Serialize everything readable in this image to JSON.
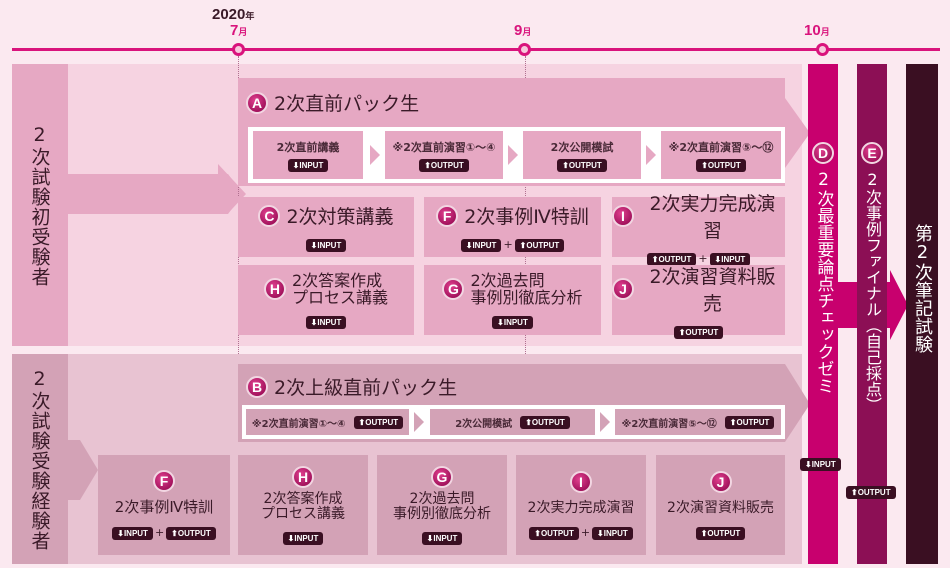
{
  "timeline": {
    "year": "2020",
    "year_unit": "年",
    "months": [
      {
        "num": "7",
        "unit": "月"
      },
      {
        "num": "9",
        "unit": "月"
      },
      {
        "num": "10",
        "unit": "月"
      }
    ]
  },
  "colors": {
    "accent": "#d9137c",
    "dark": "#3a0f22",
    "d_col": "#c8006e",
    "e_col": "#8c0f55"
  },
  "first": {
    "label": "2次試験初受験者",
    "pack": {
      "letter": "A",
      "title": "2次直前パック生",
      "steps": [
        {
          "label": "2次直前講義",
          "badge": "⬇INPUT"
        },
        {
          "label": "※2次直前演習①～④",
          "badge": "⬆OUTPUT"
        },
        {
          "label": "2次公開模試",
          "badge": "⬆OUTPUT"
        },
        {
          "label": "※2次直前演習⑤～⑫",
          "badge": "⬆OUTPUT"
        }
      ]
    },
    "courses": [
      {
        "letter": "C",
        "title": "2次対策講義",
        "badges": [
          "⬇INPUT"
        ]
      },
      {
        "letter": "F",
        "title": "2次事例Ⅳ特訓",
        "badges": [
          "⬇INPUT",
          "⬆OUTPUT"
        ]
      },
      {
        "letter": "I",
        "title": "2次実力完成演習",
        "badges": [
          "⬆OUTPUT",
          "⬇INPUT"
        ]
      },
      {
        "letter": "H",
        "title1": "2次答案作成",
        "title2": "プロセス講義",
        "badges": [
          "⬇INPUT"
        ]
      },
      {
        "letter": "G",
        "title1": "2次過去問",
        "title2": "事例別徹底分析",
        "badges": [
          "⬇INPUT"
        ]
      },
      {
        "letter": "J",
        "title": "2次演習資料販売",
        "badges": [
          "⬆OUTPUT"
        ]
      }
    ]
  },
  "experienced": {
    "label": "2次試験受験経験者",
    "pack": {
      "letter": "B",
      "title": "2次上級直前パック生",
      "steps": [
        {
          "label": "※2次直前演習①～④",
          "badge": "⬆OUTPUT"
        },
        {
          "label": "2次公開模試",
          "badge": "⬆OUTPUT"
        },
        {
          "label": "※2次直前演習⑤～⑫",
          "badge": "⬆OUTPUT"
        }
      ]
    },
    "courses": [
      {
        "letter": "F",
        "title": "2次事例Ⅳ特訓",
        "badges": [
          "⬇INPUT",
          "⬆OUTPUT"
        ]
      },
      {
        "letter": "H",
        "title1": "2次答案作成",
        "title2": "プロセス講義",
        "badges": [
          "⬇INPUT"
        ]
      },
      {
        "letter": "G",
        "title1": "2次過去問",
        "title2": "事例別徹底分析",
        "badges": [
          "⬇INPUT"
        ]
      },
      {
        "letter": "I",
        "title": "2次実力完成演習",
        "badges": [
          "⬆OUTPUT",
          "⬇INPUT"
        ]
      },
      {
        "letter": "J",
        "title": "2次演習資料販売",
        "badges": [
          "⬆OUTPUT"
        ]
      }
    ]
  },
  "final": {
    "d": {
      "letter": "D",
      "title": "2次最重要論点チェックゼミ",
      "badge": "⬇INPUT"
    },
    "e": {
      "letter": "E",
      "title": "2次事例ファイナル（自己採点）",
      "badge": "⬆OUTPUT"
    },
    "exam": "第2次筆記試験"
  }
}
